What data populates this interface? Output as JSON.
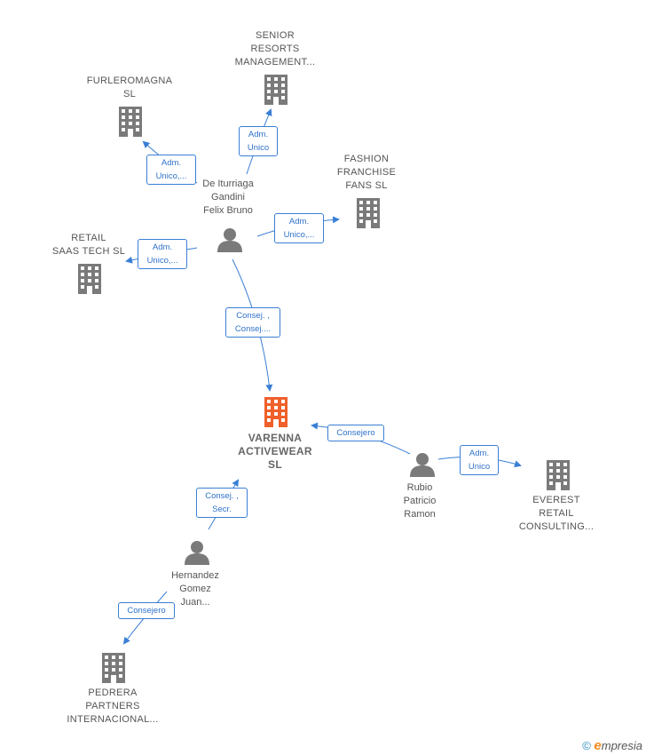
{
  "nodes": {
    "senior": {
      "lines": [
        "SENIOR",
        "RESORTS",
        "MANAGEMENT..."
      ]
    },
    "furler": {
      "lines": [
        "FURLEROMAGNA",
        "SL"
      ]
    },
    "fashion": {
      "lines": [
        "FASHION",
        "FRANCHISE",
        "FANS  SL"
      ]
    },
    "retail": {
      "lines": [
        "RETAIL",
        "SAAS TECH  SL"
      ]
    },
    "deiturriaga": {
      "lines": [
        "De Iturriaga",
        "Gandini",
        "Felix Bruno"
      ]
    },
    "varenna": {
      "lines": [
        "VARENNA",
        "ACTIVEWEAR",
        "SL"
      ]
    },
    "rubio": {
      "lines": [
        "Rubio",
        "Patricio",
        "Ramon"
      ]
    },
    "everest": {
      "lines": [
        "EVEREST",
        "RETAIL",
        "CONSULTING..."
      ]
    },
    "hernandez": {
      "lines": [
        "Hernandez",
        "Gomez",
        "Juan..."
      ]
    },
    "pedrera": {
      "lines": [
        "PEDRERA",
        "PARTNERS",
        "INTERNACIONAL..."
      ]
    }
  },
  "edges": {
    "to_senior": {
      "lines": [
        "Adm.",
        "Unico"
      ]
    },
    "to_furler": {
      "lines": [
        "Adm.",
        "Unico,..."
      ]
    },
    "to_fashion": {
      "lines": [
        "Adm.",
        "Unico,..."
      ]
    },
    "to_retail": {
      "lines": [
        "Adm.",
        "Unico,..."
      ]
    },
    "to_varenna_dei": {
      "lines": [
        "Consej. ,",
        "Consej...."
      ]
    },
    "to_varenna_rubio": {
      "lines": [
        "Consejero"
      ]
    },
    "to_everest": {
      "lines": [
        "Adm.",
        "Unico"
      ]
    },
    "to_varenna_hern": {
      "lines": [
        "Consej. ,",
        "Secr."
      ]
    },
    "to_pedrera": {
      "lines": [
        "Consejero"
      ]
    }
  },
  "colors": {
    "edge": "#3a7fd5",
    "building": "#7a7a7a",
    "main_building": "#f0602a",
    "person": "#7a7a7a"
  },
  "footer": {
    "copyright": "©",
    "brand_initial": "e",
    "brand_rest": "mpresia"
  }
}
